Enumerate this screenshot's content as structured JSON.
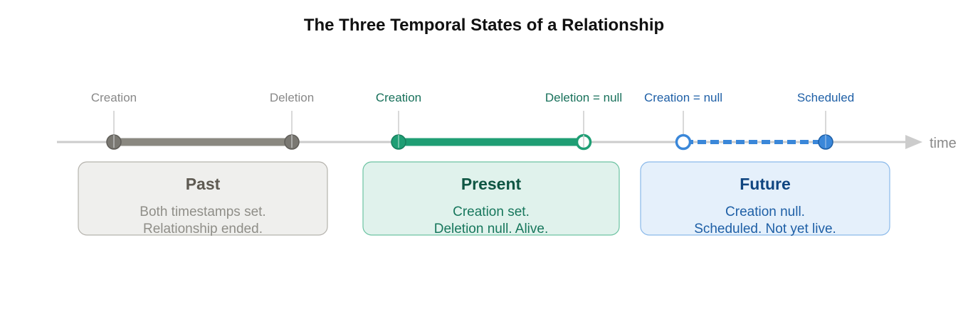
{
  "title": "The Three Temporal States of a Relationship",
  "axis_label": "time",
  "colors": {
    "past": "#8a8880",
    "present": "#1f9e74",
    "future": "#3a87d9",
    "axis": "#cccccc"
  },
  "states": [
    {
      "name": "Past",
      "start_label": "Creation",
      "end_label": "Deletion",
      "line1": "Both timestamps set.",
      "line2": "Relationship ended."
    },
    {
      "name": "Present",
      "start_label": "Creation",
      "end_label": "Deletion = null",
      "line1": "Creation set.",
      "line2": "Deletion null. Alive."
    },
    {
      "name": "Future",
      "start_label": "Creation = null",
      "end_label": "Scheduled",
      "line1": "Creation null.",
      "line2": "Scheduled. Not yet live."
    }
  ]
}
